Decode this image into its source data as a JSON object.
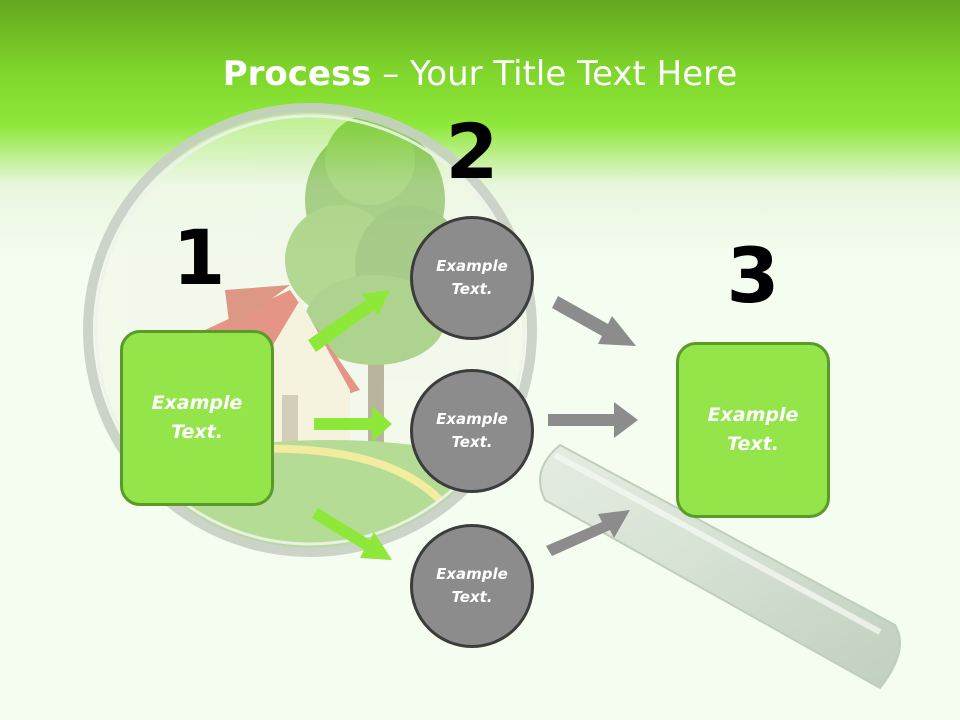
{
  "title": {
    "bold": "Process",
    "rest": " – Your Title Text Here"
  },
  "numbers": {
    "n1": "1",
    "n2": "2",
    "n3": "3"
  },
  "boxes": {
    "left": "Example Text.",
    "right": "Example Text."
  },
  "circles": {
    "top": "Example Text.",
    "middle": "Example Text.",
    "bottom": "Example Text."
  },
  "colors": {
    "green_box": "#94e54a",
    "green_arrow": "#8ee83a",
    "gray_arrow": "#8c8c8c",
    "circle_fill": "#8c8c8c"
  }
}
